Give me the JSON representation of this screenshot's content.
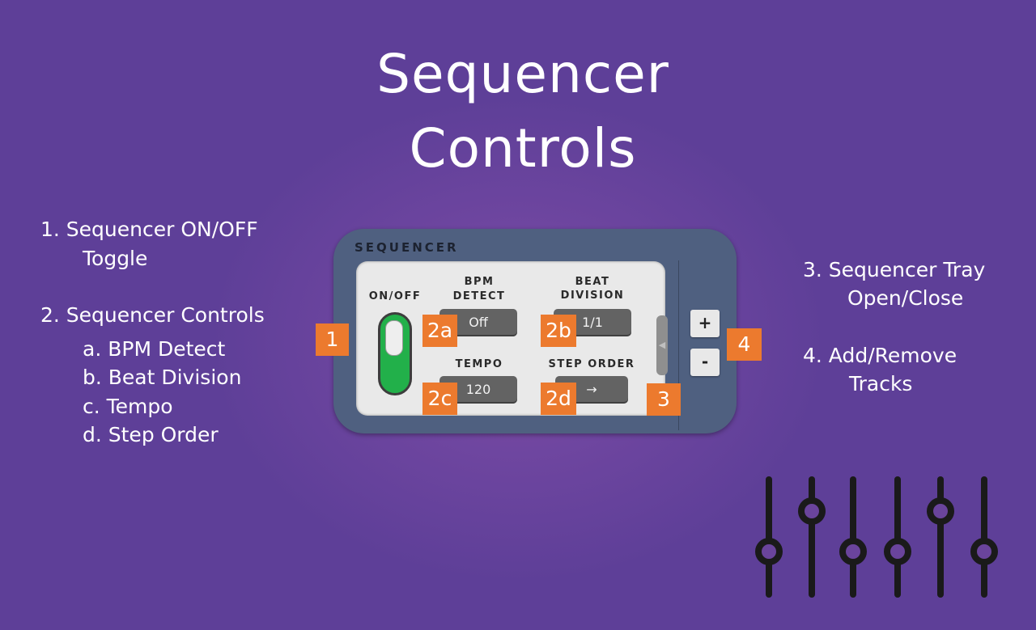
{
  "heading": {
    "line1": "Sequencer",
    "line2": "Controls"
  },
  "legend_left": {
    "item1_line1": "1. Sequencer ON/OFF",
    "item1_line2": "Toggle",
    "item2": "2. Sequencer Controls",
    "sub_a": "a. BPM Detect",
    "sub_b": "b. Beat Division",
    "sub_c": "c. Tempo",
    "sub_d": "d. Step Order"
  },
  "legend_right": {
    "item3_line1": "3. Sequencer Tray",
    "item3_line2": "Open/Close",
    "item4_line1": "4. Add/Remove",
    "item4_line2": "Tracks"
  },
  "panel": {
    "title": "SEQUENCER",
    "onoff_label": "ON/OFF",
    "bpm_label_1": "BPM",
    "bpm_label_2": "DETECT",
    "bpm_value": "Off",
    "beat_label_1": "BEAT",
    "beat_label_2": "DIVISION",
    "beat_value": "1/1",
    "tempo_label": "TEMPO",
    "tempo_value": "120",
    "step_label": "STEP ORDER",
    "step_value": "→",
    "tray_arrow": "◀",
    "add_label": "+",
    "remove_label": "-"
  },
  "badges": {
    "b1": "1",
    "b2a": "2a",
    "b2b": "2b",
    "b2c": "2c",
    "b2d": "2d",
    "b3": "3",
    "b4": "4"
  },
  "colors": {
    "background": "#5f3f98",
    "panel": "#4f6080",
    "badge": "#ec7a2e",
    "toggle_on": "#22b04a",
    "control": "#636363"
  },
  "icons": {
    "decor": "mixer-sliders-icon",
    "tray": "triangle-left-icon"
  }
}
